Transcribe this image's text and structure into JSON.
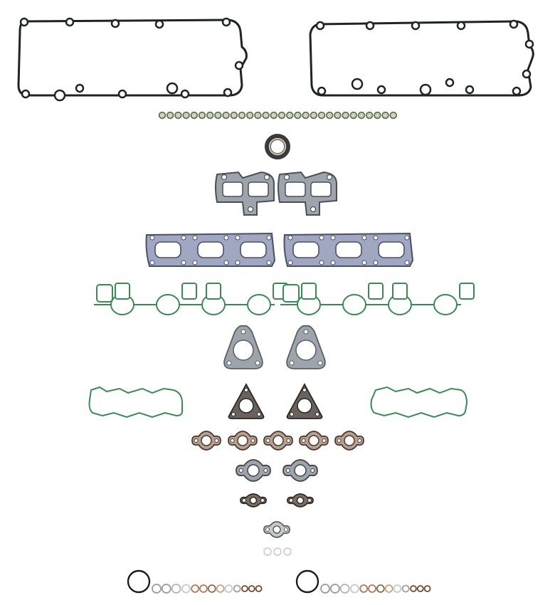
{
  "colors": {
    "background": "#ffffff",
    "cover_gasket": "#1f2326",
    "steel_gasket": "#9ea4ab",
    "steel_dark": "#6d7278",
    "manifold_gasket": "#a0a7c0",
    "green_seal": "#3a8a52",
    "copper": "#b07a58",
    "brown_ring": "#6b4a34",
    "gray_ring": "#9a9a9a",
    "light_ring": "#c8c8c8"
  },
  "parts": {
    "valve_cover_gaskets": 2,
    "valve_stem_seals": 30,
    "front_oil_seal": 1,
    "exhaust_manifold_gaskets_small": 2,
    "exhaust_manifold_gaskets_large": 2,
    "intake_manifold_gaskets": 2,
    "turbo_flange_gaskets": 2,
    "turbo_outlet_gaskets": 2,
    "oil_pan_side_seals": 2,
    "egr_gaskets": 5,
    "egr_pipe_gaskets": 2,
    "small_flange_gaskets": 2,
    "single_flange_gasket": 1,
    "washer_rings": 3,
    "o_ring_sets": 2
  }
}
